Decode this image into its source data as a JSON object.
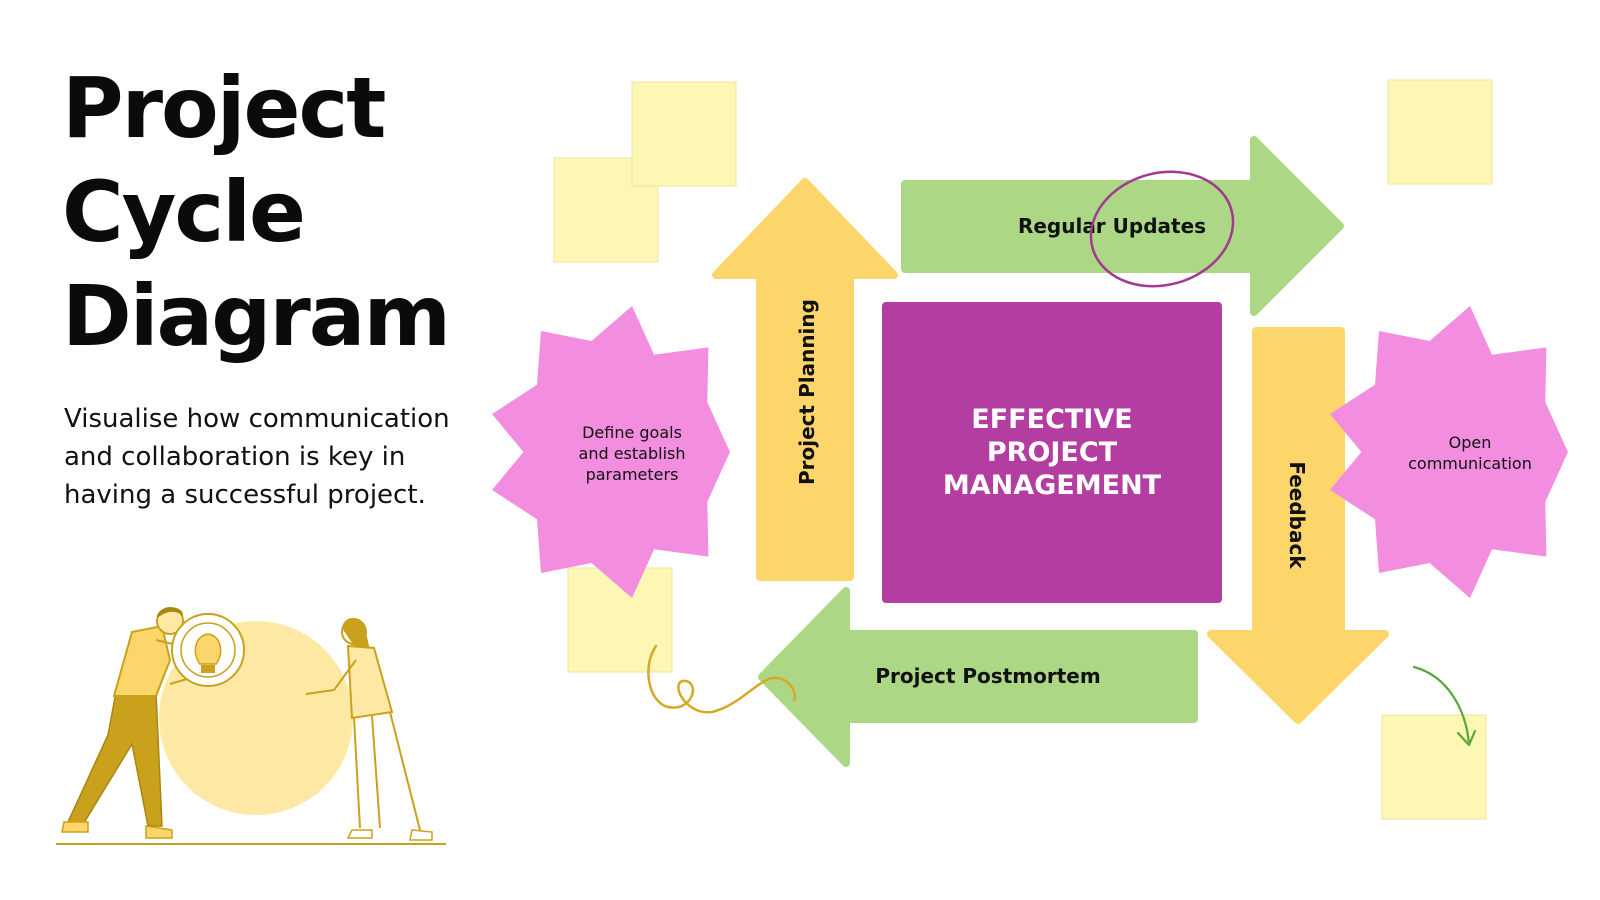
{
  "header": {
    "title_lines": [
      "Project",
      "Cycle",
      "Diagram"
    ],
    "subtitle_lines": [
      "Visualise how communication",
      "and collaboration is key in",
      "having a successful project."
    ]
  },
  "diagram": {
    "center": {
      "lines": [
        "EFFECTIVE",
        "PROJECT",
        "MANAGEMENT"
      ],
      "color": "#b43da1"
    },
    "arrows": {
      "planning": {
        "label": "Project Planning",
        "direction": "up",
        "color": "#fdd66b"
      },
      "updates": {
        "label": "Regular Updates",
        "direction": "right",
        "color": "#acd885"
      },
      "feedback": {
        "label": "Feedback",
        "direction": "down",
        "color": "#fdd66b"
      },
      "postmortem": {
        "label": "Project Postmortem",
        "direction": "left",
        "color": "#acd885"
      }
    },
    "badges": {
      "left": {
        "lines": [
          "Define goals",
          "and establish",
          "parameters"
        ],
        "color": "#f28de0"
      },
      "right": {
        "lines": [
          "Open",
          "communication"
        ],
        "color": "#f28de0"
      }
    },
    "sticky_note_color": "#fcf7b4",
    "illustration_color": "#c9a11c"
  }
}
